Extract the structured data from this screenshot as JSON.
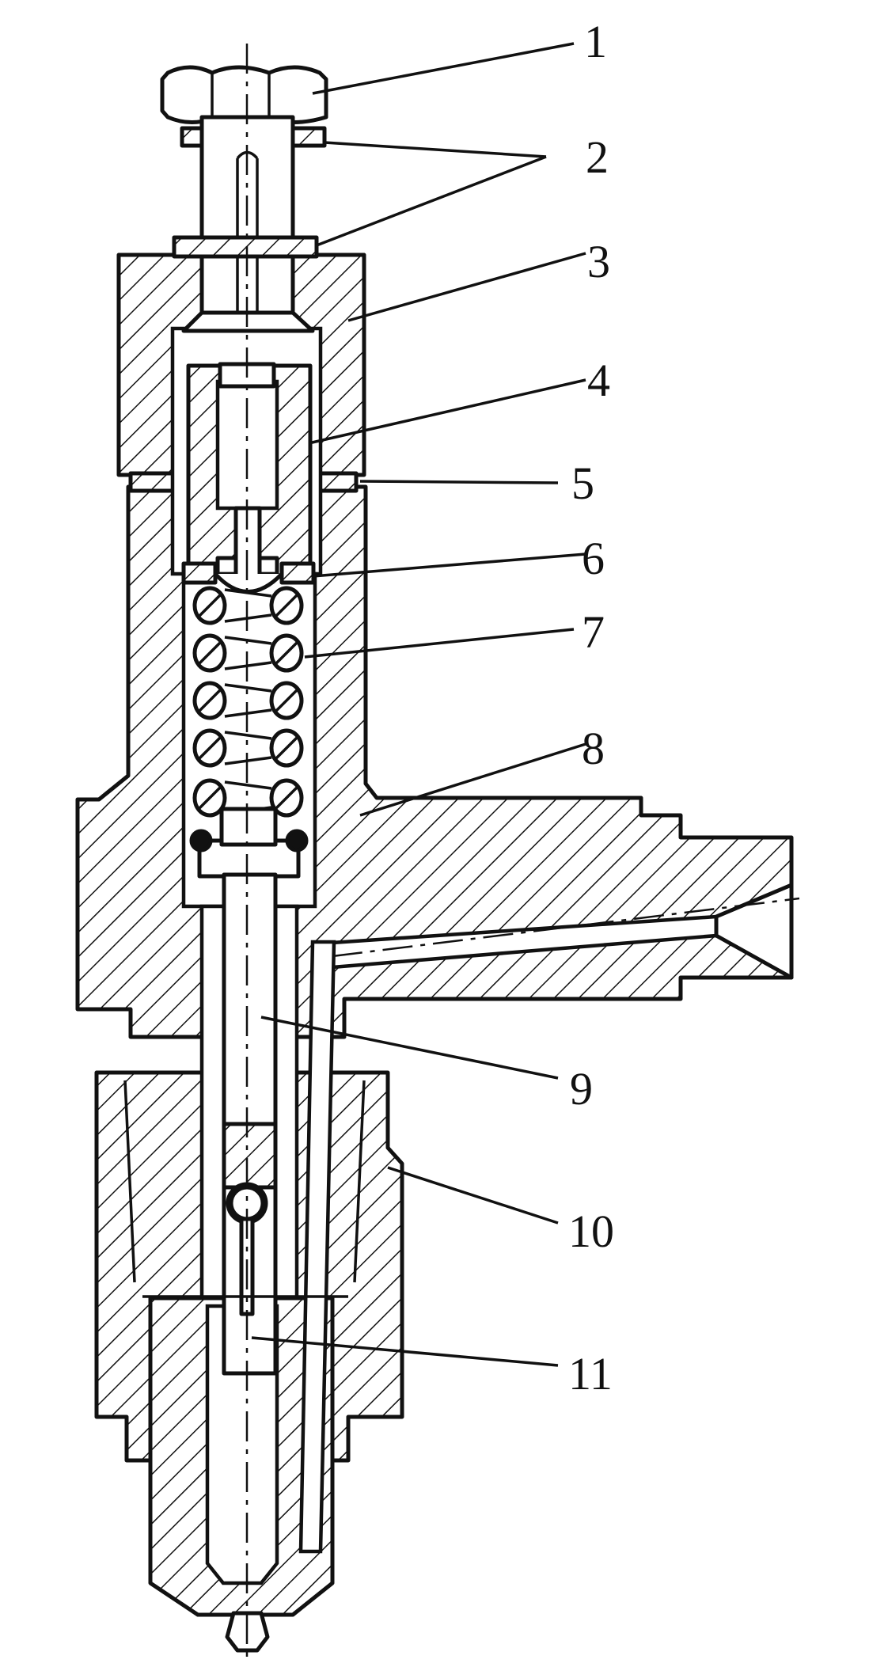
{
  "callouts": [
    {
      "id": 1,
      "label": "1"
    },
    {
      "id": 2,
      "label": "2"
    },
    {
      "id": 3,
      "label": "3"
    },
    {
      "id": 4,
      "label": "4"
    },
    {
      "id": 5,
      "label": "5"
    },
    {
      "id": 6,
      "label": "6"
    },
    {
      "id": 7,
      "label": "7"
    },
    {
      "id": 8,
      "label": "8"
    },
    {
      "id": 9,
      "label": "9"
    },
    {
      "id": 10,
      "label": "10"
    },
    {
      "id": 11,
      "label": "11"
    }
  ],
  "colors": {
    "line": "#111111",
    "background": "#ffffff"
  }
}
